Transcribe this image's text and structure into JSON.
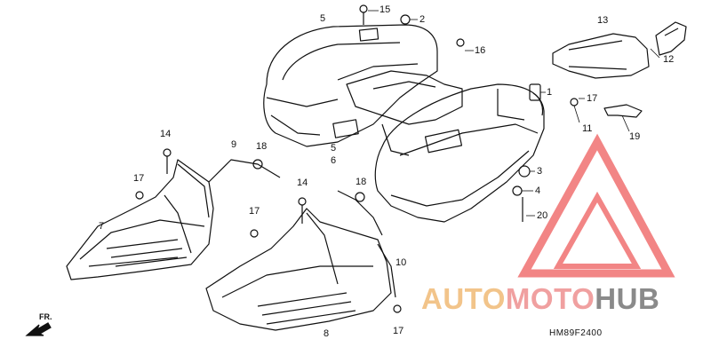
{
  "diagram": {
    "callouts": [
      {
        "id": "1",
        "label": "1"
      },
      {
        "id": "2",
        "label": "2"
      },
      {
        "id": "3",
        "label": "3"
      },
      {
        "id": "4",
        "label": "4"
      },
      {
        "id": "5a",
        "label": "5"
      },
      {
        "id": "5b",
        "label": "5"
      },
      {
        "id": "6",
        "label": "6"
      },
      {
        "id": "7",
        "label": "7"
      },
      {
        "id": "8",
        "label": "8"
      },
      {
        "id": "9",
        "label": "9"
      },
      {
        "id": "10",
        "label": "10"
      },
      {
        "id": "11",
        "label": "11"
      },
      {
        "id": "12",
        "label": "12"
      },
      {
        "id": "13",
        "label": "13"
      },
      {
        "id": "14a",
        "label": "14"
      },
      {
        "id": "14b",
        "label": "14"
      },
      {
        "id": "15",
        "label": "15"
      },
      {
        "id": "16",
        "label": "16"
      },
      {
        "id": "17a",
        "label": "17"
      },
      {
        "id": "17b",
        "label": "17"
      },
      {
        "id": "17c",
        "label": "17"
      },
      {
        "id": "17d",
        "label": "17"
      },
      {
        "id": "18a",
        "label": "18"
      },
      {
        "id": "18b",
        "label": "18"
      },
      {
        "id": "19",
        "label": "19"
      },
      {
        "id": "20",
        "label": "20"
      }
    ],
    "direction_label": "FR.",
    "drawing_code": "HM89F2400"
  },
  "watermark": {
    "part_a": "AUTO",
    "part_b": "MOTO",
    "part_c": "HUB",
    "colors": {
      "auto": "#f2c48a",
      "moto": "#f0a0a0",
      "hub": "#8a8a8a",
      "logo": "#f07070"
    }
  }
}
